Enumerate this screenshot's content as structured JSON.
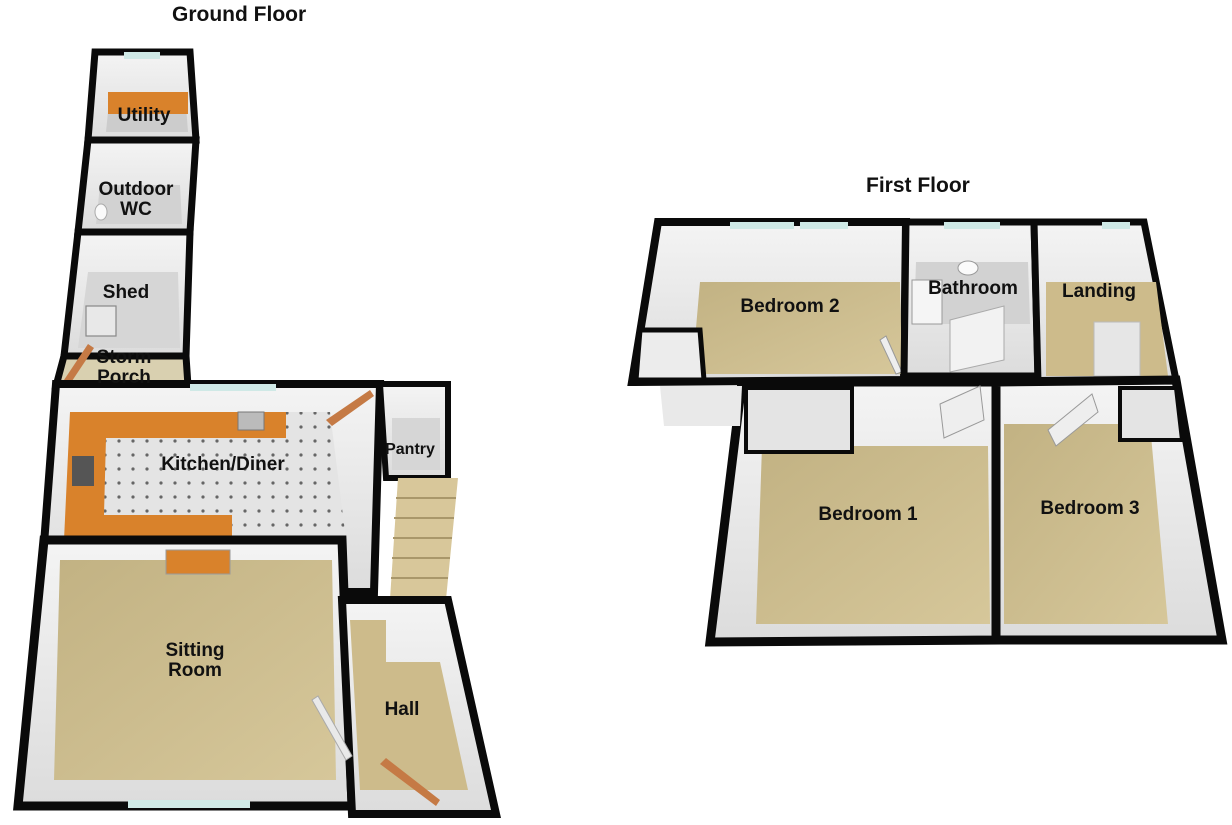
{
  "floors": {
    "ground": {
      "title": "Ground Floor",
      "rooms": {
        "utility": "Utility",
        "outdoor_wc": "Outdoor\nWC",
        "shed": "Shed",
        "storm_porch": "Storm\nPorch",
        "kitchen_diner": "Kitchen/Diner",
        "pantry": "Pantry",
        "sitting_room": "Sitting\nRoom",
        "hall": "Hall"
      }
    },
    "first": {
      "title": "First Floor",
      "rooms": {
        "bedroom_2": "Bedroom 2",
        "bathroom": "Bathroom",
        "landing": "Landing",
        "bedroom_1": "Bedroom 1",
        "bedroom_3": "Bedroom 3"
      }
    }
  },
  "colors": {
    "wall": "#0a0a0a",
    "wall_face": "#ececec",
    "carpet": "#c9b98a",
    "hall_floor": "#cdbb8b",
    "kitchen_floor": "#e3e3e3",
    "worktop": "#d9822b",
    "door": "#c57a45",
    "window": "#cfe9e6"
  }
}
